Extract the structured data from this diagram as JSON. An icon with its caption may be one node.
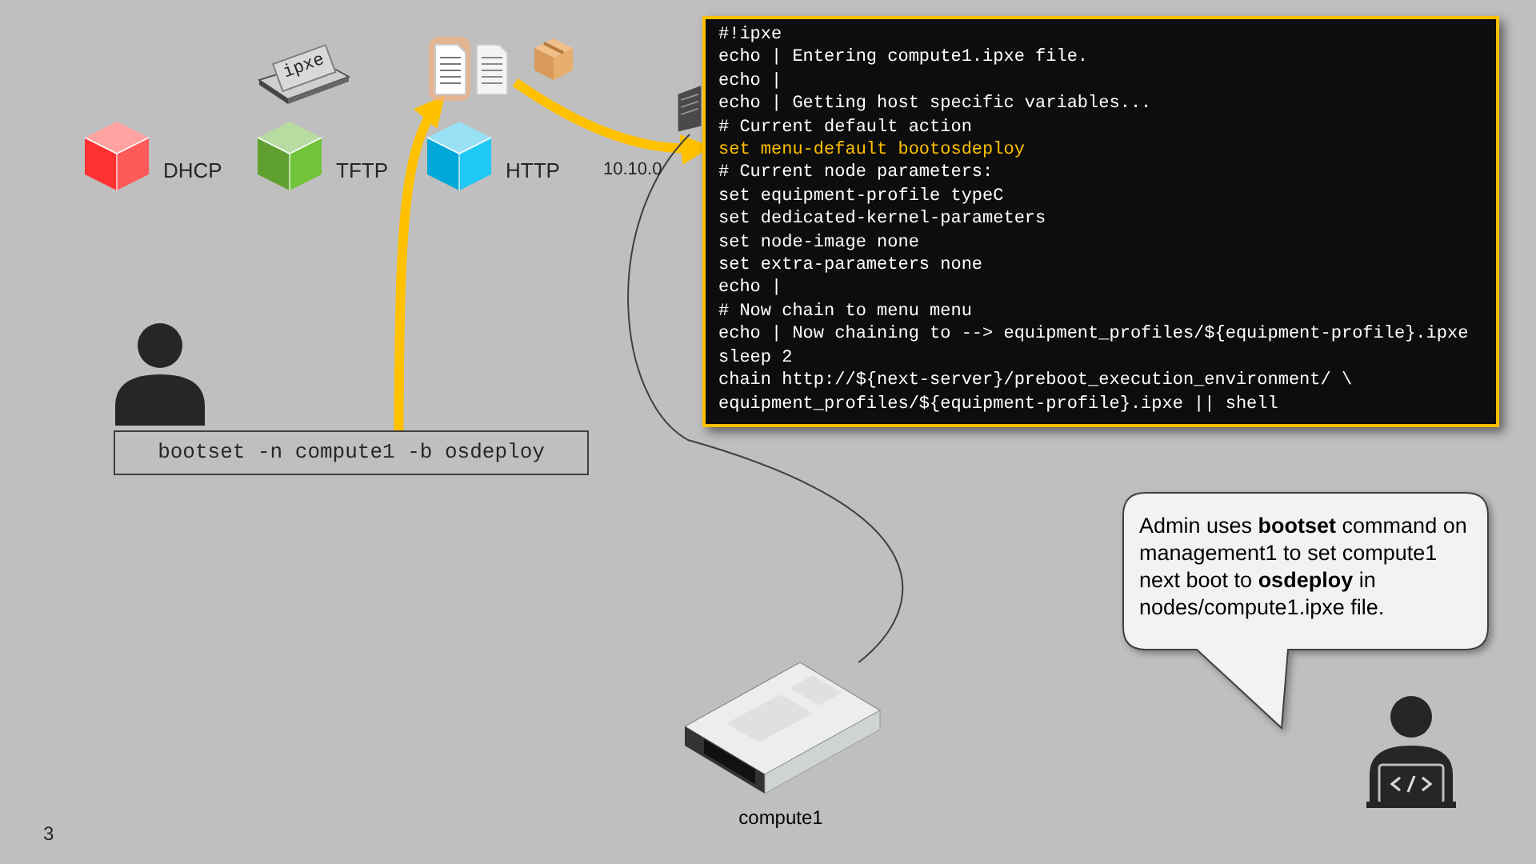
{
  "diagram": {
    "nodes": [
      {
        "text": [
          "DHCP"
        ]
      },
      {
        "text": [
          "TFTP"
        ]
      },
      {
        "text": [
          "HTTP"
        ]
      },
      {
        "text": [],
        "shape": "picture"
      },
      {
        "text": [],
        "shape": "picture"
      },
      {
        "text": [
          "#!ipxe",
          "echo | Entering compute1.ipxe file.",
          "echo |",
          "echo | Getting host specific variables...",
          "# Current default action",
          "set menu-default bootosdeploy",
          "# Current node parameters:",
          "set equipment-profile typeC",
          "set dedicated-kernel-parameters",
          "set node-image none",
          "set extra-parameters none",
          "echo |",
          "# Now chain to menu menu",
          "echo | Now chaining to --> equipment_profiles/${equipment-profile}.ipxe",
          "sleep 2",
          "chain http://${next-server}/preboot_execution_environment/ \\",
          "equipment_profiles/${equipment-profile}.ipxe || shell"
        ]
      },
      {
        "text": [],
        "shape": "person"
      },
      {
        "text": [
          "bootset -n compute1 -b osdeploy"
        ]
      },
      {
        "text": [
          "Admin uses **bootset** command on management1  to set compute1 next boot to **osdeploy** in nodes/compute1.ipxe file."
        ]
      },
      {
        "text": [],
        "shape": "person"
      },
      {
        "text": [
          "compute1"
        ]
      }
    ],
    "edges": [
      {
        "from": 7,
        "to": 3,
        "arrow": "to"
      },
      {
        "from": 3,
        "to": 5,
        "arrow": "to"
      },
      {
        "from": 4,
        "to": 10,
        "arrow": "none",
        "color": "#404040"
      }
    ],
    "labels": [
      "ipxe",
      "10.10.0",
      "3"
    ]
  }
}
